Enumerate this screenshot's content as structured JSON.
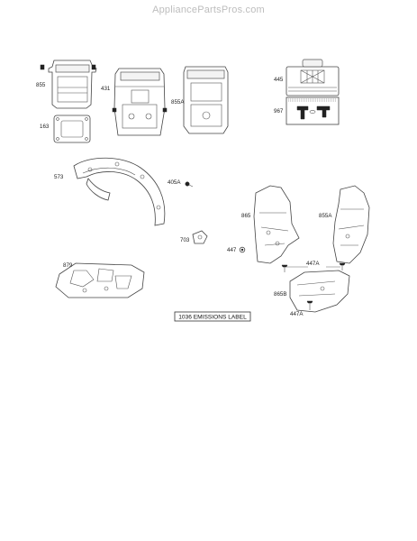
{
  "watermark": "AppliancePartsPros.com",
  "callouts": [
    {
      "id": "855",
      "text": "855"
    },
    {
      "id": "431",
      "text": "431"
    },
    {
      "id": "855A_top",
      "text": "855A"
    },
    {
      "id": "445",
      "text": "445"
    },
    {
      "id": "163",
      "text": "163"
    },
    {
      "id": "967",
      "text": "967"
    },
    {
      "id": "573",
      "text": "573"
    },
    {
      "id": "405A",
      "text": "405A"
    },
    {
      "id": "865",
      "text": "865"
    },
    {
      "id": "855A_right",
      "text": "855A"
    },
    {
      "id": "703",
      "text": "703"
    },
    {
      "id": "447",
      "text": "447"
    },
    {
      "id": "447A_a",
      "text": "447A"
    },
    {
      "id": "879",
      "text": "879"
    },
    {
      "id": "865B",
      "text": "865B"
    },
    {
      "id": "447A_b",
      "text": "447A"
    }
  ],
  "emissions_label": "1036 EMISSIONS LABEL"
}
